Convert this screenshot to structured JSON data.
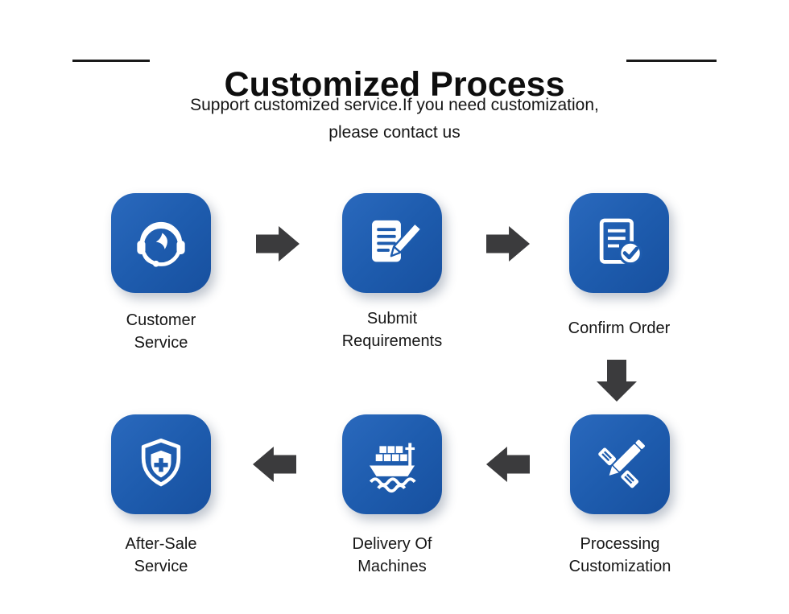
{
  "header": {
    "title": "Customized Process",
    "subtitle_line1": "Support customized service.If you need customization,",
    "subtitle_line2": "please contact us"
  },
  "steps": [
    {
      "label": "Customer Service",
      "icon": "customer-service-headset-icon"
    },
    {
      "label": "Submit Requirements",
      "icon": "document-pencil-icon"
    },
    {
      "label": "Confirm Order",
      "icon": "document-check-icon"
    },
    {
      "label": "Processing Customization",
      "icon": "engraving-pencil-icon"
    },
    {
      "label": "Delivery Of Machines",
      "icon": "cargo-ship-icon"
    },
    {
      "label": "After-Sale Service",
      "icon": "shield-plus-icon"
    }
  ],
  "colors": {
    "tile_blue": "#1E5CAE",
    "arrow_gray": "#3B3B3D",
    "text_black": "#161616"
  }
}
